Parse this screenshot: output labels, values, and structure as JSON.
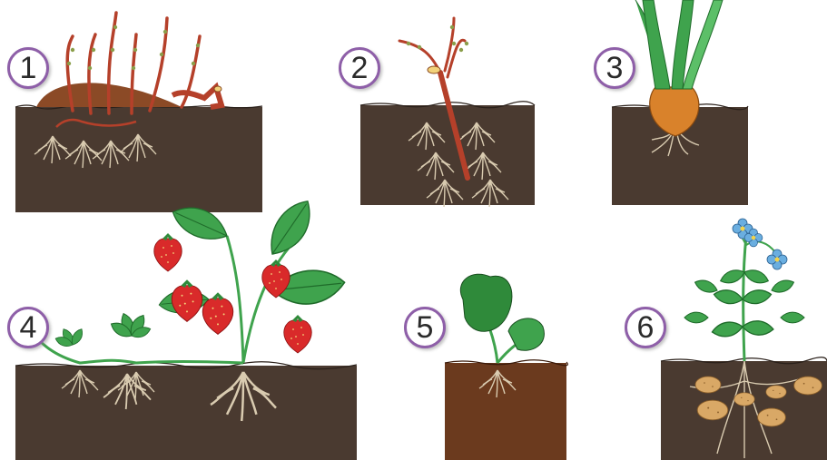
{
  "panels": [
    {
      "number": "1"
    },
    {
      "number": "2"
    },
    {
      "number": "3"
    },
    {
      "number": "4"
    },
    {
      "number": "5"
    },
    {
      "number": "6"
    }
  ],
  "colors": {
    "soil": "#4a3a30",
    "soil_brown": "#6b3a1e",
    "root": "#d9cbb0",
    "stem_red": "#b5402a",
    "leaf_green": "#3fa34d",
    "bulb_orange": "#d9822b",
    "strawberry_red": "#d92a2a",
    "potato": "#d9a866",
    "flower_blue": "#6aaee0",
    "badge_border": "#8e5fa8"
  }
}
